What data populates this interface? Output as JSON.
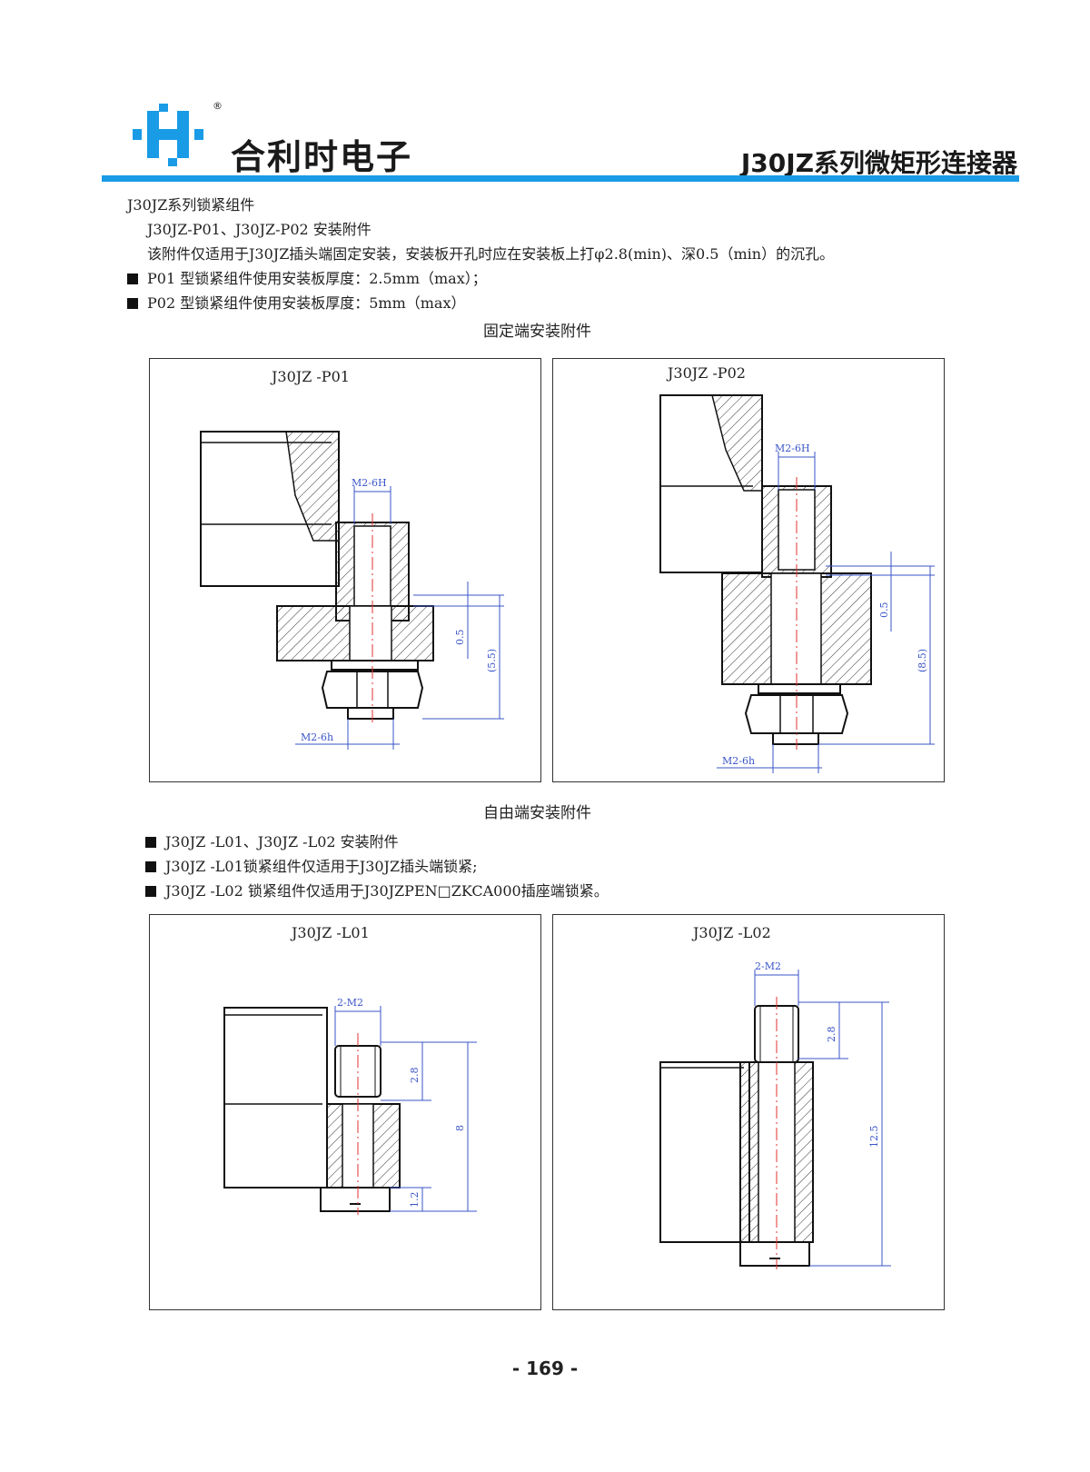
{
  "header": {
    "brand": "合利时电子",
    "registered_mark": "®",
    "doc_title": "J30JZ系列微矩形连接器"
  },
  "section1": {
    "title": "J30JZ系列锁紧组件",
    "subtitle": "J30JZ-P01、J30JZ-P02 安装附件",
    "note": "该附件仅适用于J30JZ插头端固定安装，安装板开孔时应在安装板上打φ2.8(min)、深0.5（min）的沉孔。",
    "bullets": [
      "P01 型锁紧组件使用安装板厚度：2.5mm（max）；",
      "P02 型锁紧组件使用安装板厚度：5mm（max）"
    ],
    "caption": "固定端安装附件"
  },
  "panels": {
    "p01": {
      "label": "J30JZ -P01",
      "dims": [
        "M2-6H",
        "0.5",
        "(5.5)",
        "M2-6h"
      ]
    },
    "p02": {
      "label": "J30JZ -P02",
      "dims": [
        "M2-6H",
        "0.5",
        "(8.5)",
        "M2-6h"
      ]
    },
    "l01": {
      "label": "J30JZ -L01",
      "dims": [
        "2-M2",
        "2.8",
        "8",
        "1.2"
      ]
    },
    "l02": {
      "label": "J30JZ -L02",
      "dims": [
        "2-M2",
        "2.8",
        "12.5"
      ]
    }
  },
  "section2": {
    "caption": "自由端安装附件",
    "bullets": [
      "J30JZ -L01、J30JZ -L02 安装附件",
      "J30JZ -L01锁紧组件仅适用于J30JZ插头端锁紧;",
      "J30JZ -L02 锁紧组件仅适用于J30JZPEN□ZKCA000插座端锁紧。"
    ]
  },
  "footer": {
    "page_number": "- 169 -"
  },
  "colors": {
    "accent": "#1a9be6",
    "dimension": "#3a54c8",
    "centerline": "#e03030"
  }
}
